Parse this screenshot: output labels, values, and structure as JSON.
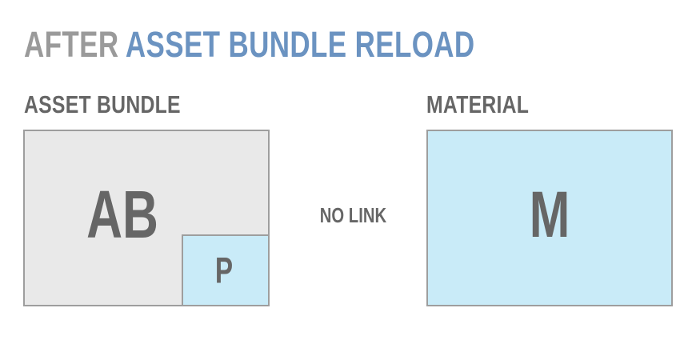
{
  "title": {
    "prefix": "AFTER",
    "highlight": "ASSET BUNDLE RELOAD"
  },
  "asset_bundle": {
    "label": "ASSET BUNDLE",
    "letter": "AB",
    "prefab_letter": "P"
  },
  "material": {
    "label": "MATERIAL",
    "letter": "M"
  },
  "link": {
    "label": "NO LINK"
  },
  "colors": {
    "title-prefix": "#9a9a9a",
    "title-highlight": "#6b93c1",
    "heading": "#666666",
    "letter": "#666666",
    "box-border": "#9e9e9e",
    "bundle-fill": "#e9e9e9",
    "highlight-fill": "#c9ebf8",
    "background": "#ffffff"
  }
}
